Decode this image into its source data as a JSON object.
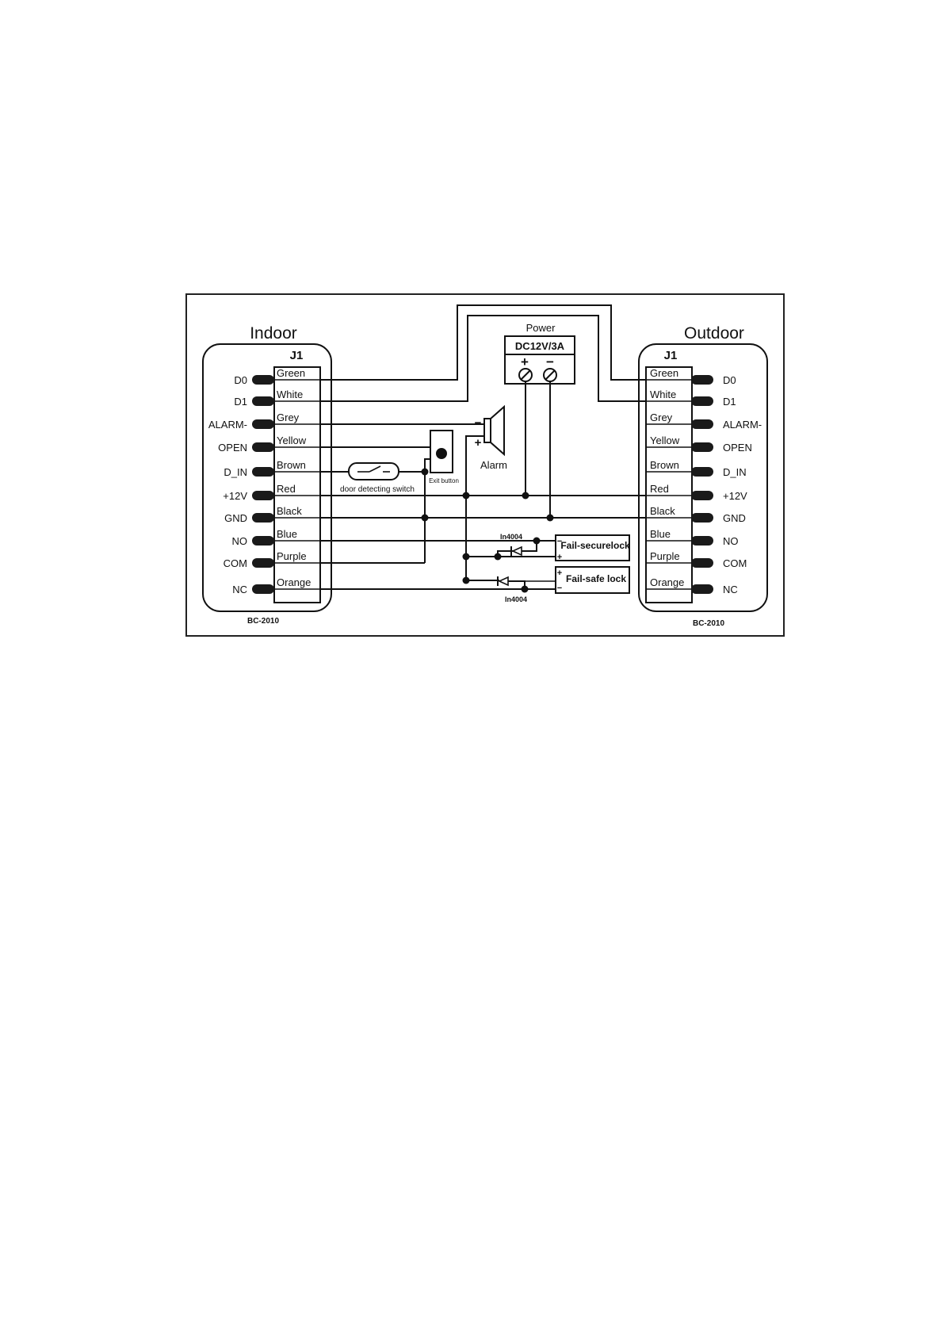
{
  "diagram": {
    "indoor": {
      "title": "Indoor",
      "connector": "J1",
      "model": "BC-2010",
      "pins": [
        "D0",
        "D1",
        "ALARM-",
        "OPEN",
        "D_IN",
        "+12V",
        "GND",
        "NO",
        "COM",
        "NC"
      ],
      "wires": [
        "Green",
        "White",
        "Grey",
        "Yellow",
        "Brown",
        "Red",
        "Black",
        "Blue",
        "Purple",
        "Orange"
      ]
    },
    "outdoor": {
      "title": "Outdoor",
      "connector": "J1",
      "model": "BC-2010",
      "pins": [
        "D0",
        "D1",
        "ALARM-",
        "OPEN",
        "D_IN",
        "+12V",
        "GND",
        "NO",
        "COM",
        "NC"
      ],
      "wires": [
        "Green",
        "White",
        "Grey",
        "Yellow",
        "Brown",
        "Red",
        "Black",
        "Blue",
        "Purple",
        "Orange"
      ]
    },
    "power": {
      "title": "Power",
      "rating": "DC12V/3A",
      "plus": "+",
      "minus": "−"
    },
    "alarm": {
      "label": "Alarm",
      "minus": "−",
      "plus": "+"
    },
    "exit_button": {
      "label": "Exit button"
    },
    "door_switch": {
      "label": "door detecting switch"
    },
    "diode_top": {
      "label": "In4004"
    },
    "diode_bottom": {
      "label": "In4004"
    },
    "fail_secure": {
      "label": "Fail-securelock",
      "minus": "−",
      "plus": "+"
    },
    "fail_safe": {
      "label": "Fail-safe lock",
      "plus": "+",
      "minus": "−"
    }
  }
}
